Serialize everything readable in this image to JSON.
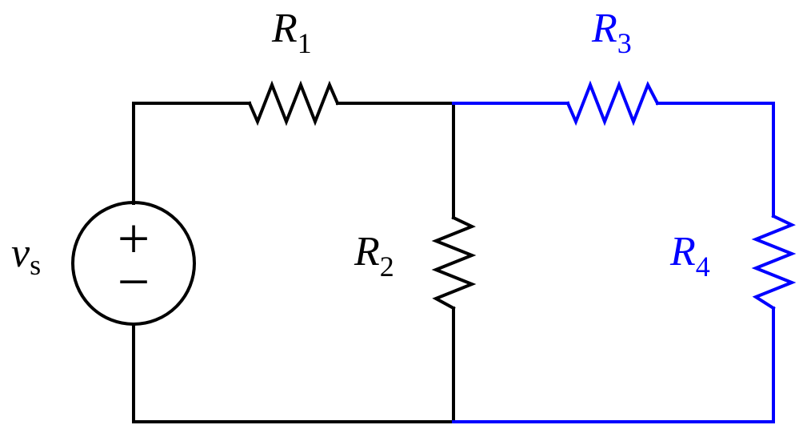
{
  "colors": {
    "primary": "#000000",
    "highlight": "#0000ff",
    "background": "#ffffff"
  },
  "source": {
    "symbol": "v",
    "subscript": "s",
    "plus": "+",
    "minus": "−"
  },
  "resistors": [
    {
      "id": "R1",
      "symbol": "R",
      "subscript": "1",
      "color": "#000000"
    },
    {
      "id": "R2",
      "symbol": "R",
      "subscript": "2",
      "color": "#000000"
    },
    {
      "id": "R3",
      "symbol": "R",
      "subscript": "3",
      "color": "#0000ff"
    },
    {
      "id": "R4",
      "symbol": "R",
      "subscript": "4",
      "color": "#0000ff"
    }
  ]
}
